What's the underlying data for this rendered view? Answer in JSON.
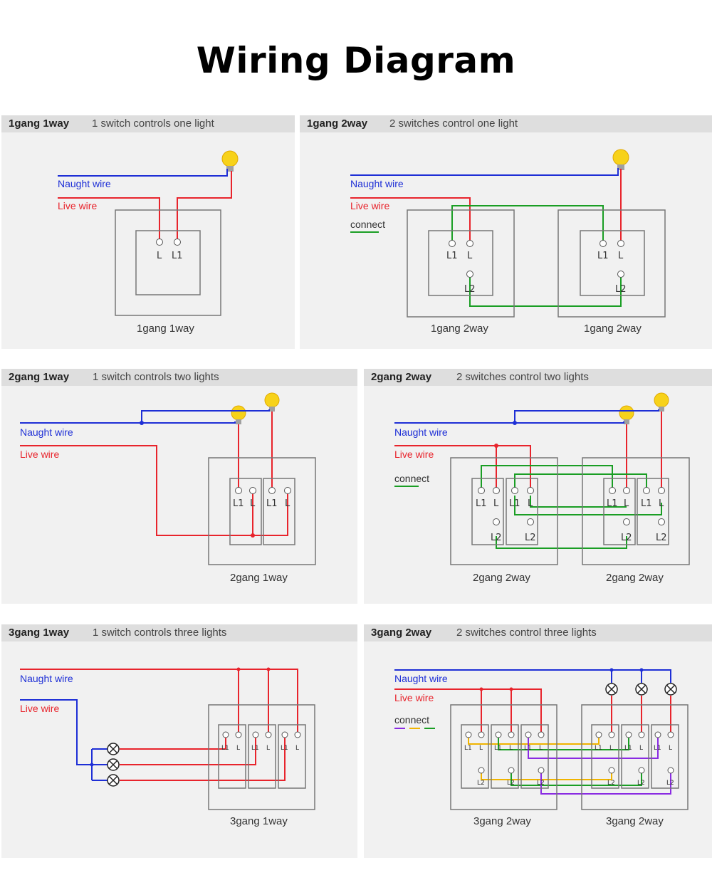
{
  "title": "Wiring Diagram",
  "labels": {
    "naught": "Naught wire",
    "live": "Live wire",
    "connect": "connect",
    "L": "L",
    "L1": "L1",
    "L2": "L2"
  },
  "colors": {
    "naught": "#1e2fd6",
    "live": "#e8242c",
    "connect": "#1a9e24",
    "yellow": "#f0b400",
    "purple": "#8a2be2",
    "frame": "#777777"
  },
  "panels": [
    {
      "title": "1gang 1way",
      "desc": "1 switch controls one light",
      "captions": [
        "1gang 1way"
      ]
    },
    {
      "title": "1gang 2way",
      "desc": "2 switches control one light",
      "captions": [
        "1gang 2way",
        "1gang 2way"
      ]
    },
    {
      "title": "2gang 1way",
      "desc": "1 switch controls two lights",
      "captions": [
        "2gang 1way"
      ]
    },
    {
      "title": "2gang 2way",
      "desc": "2 switches control two lights",
      "captions": [
        "2gang 2way",
        "2gang 2way"
      ]
    },
    {
      "title": "3gang 1way",
      "desc": "1 switch controls three lights",
      "captions": [
        "3gang 1way"
      ]
    },
    {
      "title": "3gang 2way",
      "desc": "2 switches control three lights",
      "captions": [
        "3gang 2way",
        "3gang 2way"
      ]
    }
  ]
}
